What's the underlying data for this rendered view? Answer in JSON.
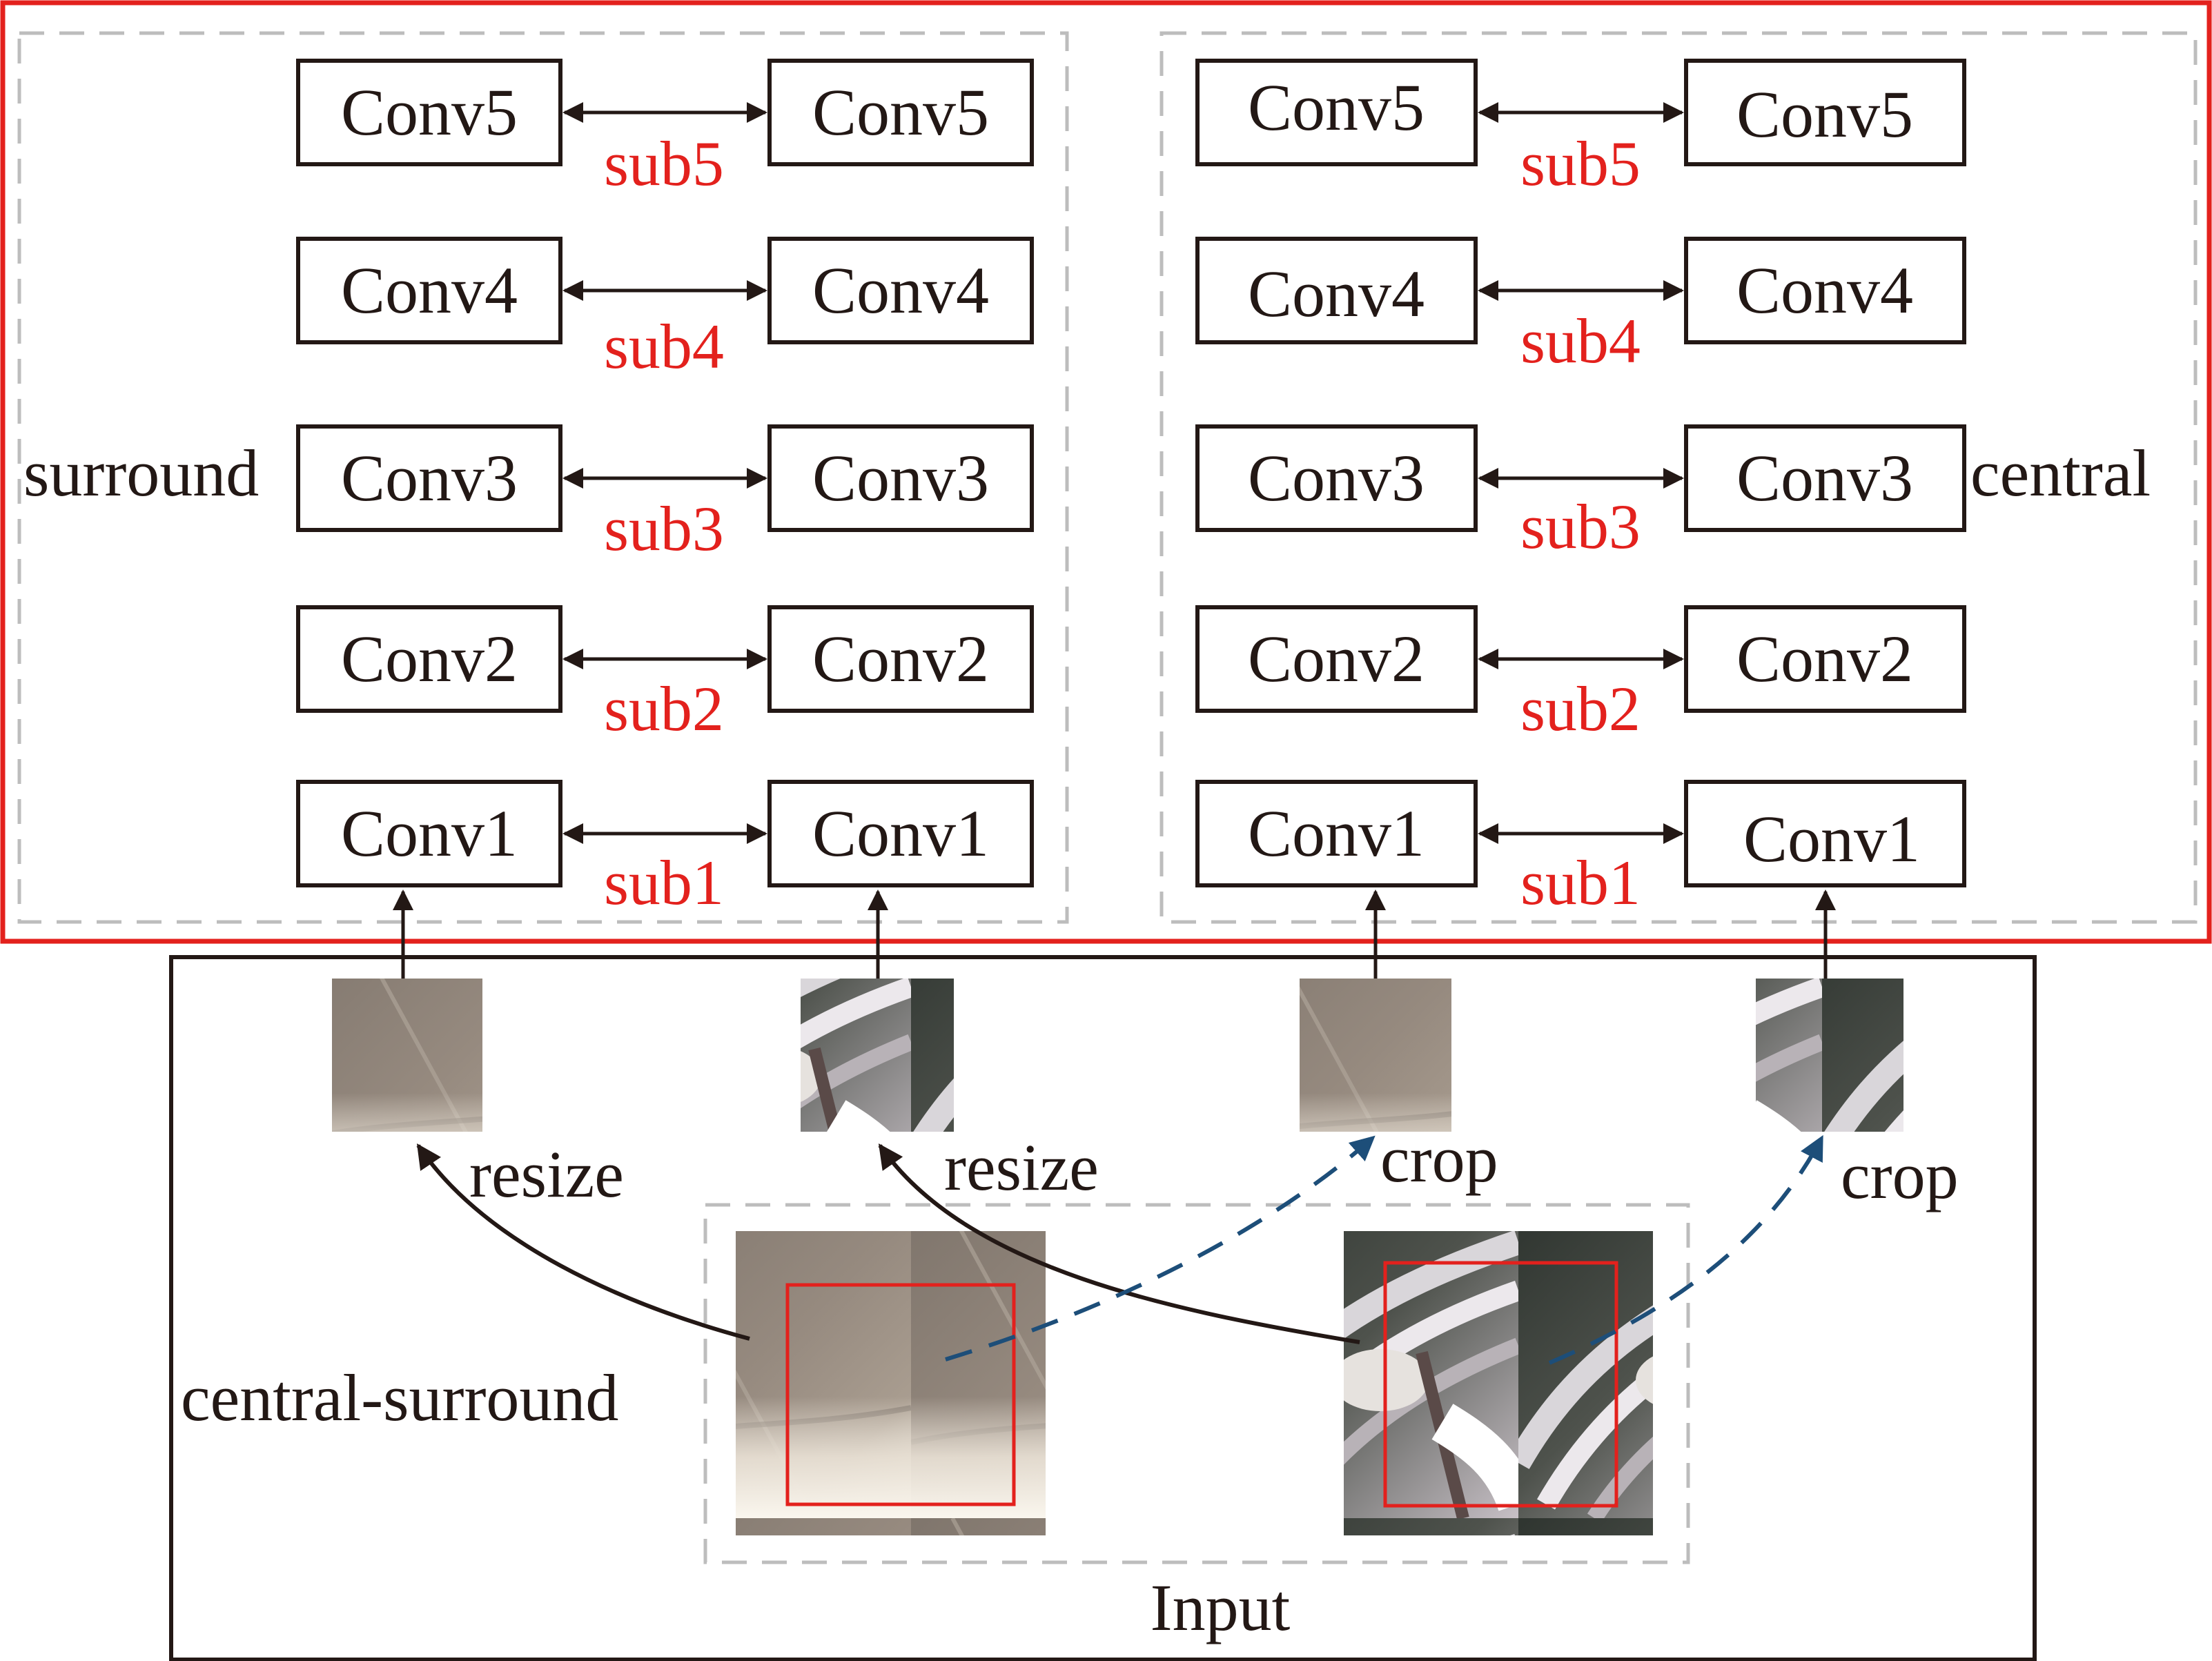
{
  "surround_group": {
    "side_label": "surround",
    "rows": [
      {
        "left": "Conv5",
        "sub": "sub5",
        "right": "Conv5"
      },
      {
        "left": "Conv4",
        "sub": "sub4",
        "right": "Conv4"
      },
      {
        "left": "Conv3",
        "sub": "sub3",
        "right": "Conv3"
      },
      {
        "left": "Conv2",
        "sub": "sub2",
        "right": "Conv2"
      },
      {
        "left": "Conv1",
        "sub": "sub1",
        "right": "Conv1"
      }
    ]
  },
  "central_group": {
    "side_label": "central",
    "rows": [
      {
        "left": "Conv5",
        "sub": "sub5",
        "right": "Conv5"
      },
      {
        "left": "Conv4",
        "sub": "sub4",
        "right": "Conv4"
      },
      {
        "left": "Conv3",
        "sub": "sub3",
        "right": "Conv3"
      },
      {
        "left": "Conv2",
        "sub": "sub2",
        "right": "Conv2"
      },
      {
        "left": "Conv1",
        "sub": "sub1",
        "right": "Conv1"
      }
    ]
  },
  "input_panel": {
    "title": "Input",
    "pair_label": "central-surround",
    "ops": [
      "resize",
      "resize",
      "crop",
      "crop"
    ]
  },
  "colors": {
    "outer_frame": "#e3211d",
    "sub_text": "#e3211d",
    "ink": "#231815",
    "dashed_frame": "#bdbdbd",
    "crop_arrow": "#1d4e79",
    "crop_box": "#e3211d"
  }
}
